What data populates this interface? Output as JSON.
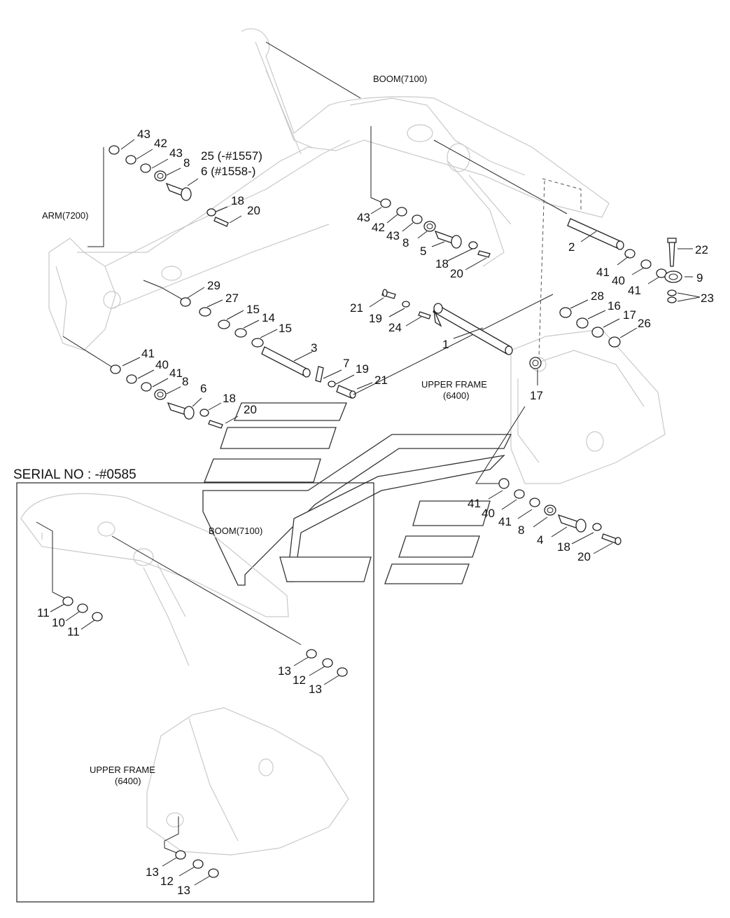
{
  "labels": {
    "boom_top": "BOOM(7100)",
    "arm": "ARM(7200)",
    "upper_frame_line1": "UPPER FRAME",
    "upper_frame_line2": "(6400)",
    "serial_no": "SERIAL NO : -#0585",
    "boom_inset": "BOOM(7100)",
    "upper_frame_inset_line1": "UPPER FRAME",
    "upper_frame_inset_line2": "(6400)"
  },
  "callouts": {
    "arm_top": [
      "43",
      "42",
      "43",
      "8",
      "25 (-#1557)",
      "6 (#1558-)",
      "18",
      "20"
    ],
    "arm_bottom": [
      "41",
      "40",
      "41",
      "8",
      "6",
      "18",
      "20"
    ],
    "boom_arm_pin": [
      "43",
      "42",
      "43",
      "8",
      "5",
      "18",
      "20"
    ],
    "arm_cyl_pin": [
      "29",
      "27",
      "15",
      "14",
      "15",
      "3",
      "7",
      "19",
      "21"
    ],
    "pin_1": [
      "21",
      "19",
      "24",
      "1"
    ],
    "pin_2": [
      "2",
      "41",
      "40",
      "41",
      "22",
      "9",
      "23"
    ],
    "frame_right": [
      "28",
      "16",
      "17",
      "26",
      "17"
    ],
    "frame_bottom": [
      "41",
      "40",
      "41",
      "8",
      "4",
      "18",
      "20"
    ],
    "inset_boom": [
      "11",
      "10",
      "11"
    ],
    "inset_mid": [
      "13",
      "12",
      "13"
    ],
    "inset_bottom": [
      "13",
      "12",
      "13"
    ]
  }
}
